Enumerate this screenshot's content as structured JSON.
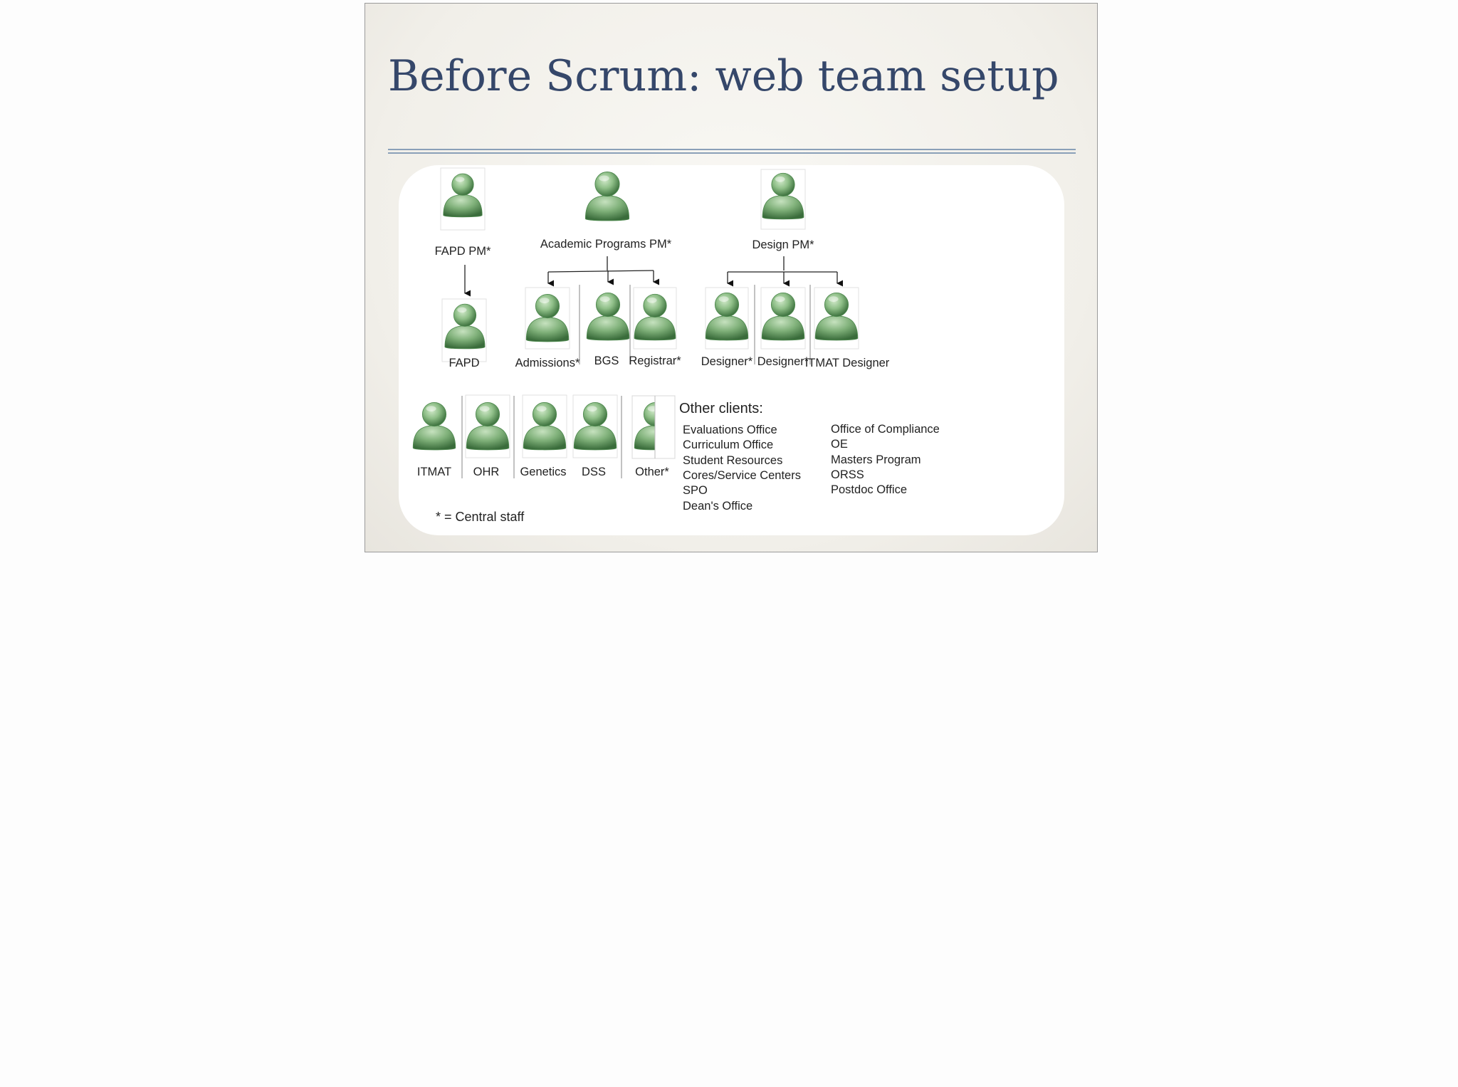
{
  "slide": {
    "title": "Before Scrum: web team setup"
  },
  "org_chart": {
    "leads": {
      "fapd_pm": "FAPD  PM*",
      "academic_pm": "Academic Programs PM*",
      "design_pm": "Design PM*"
    },
    "reports": {
      "fapd": "FAPD",
      "admissions": "Admissions*",
      "bgs": "BGS",
      "registrar": "Registrar*",
      "designer_1": "Designer*",
      "designer_2": "Designer*",
      "itmat_designer": "ITMAT Designer"
    },
    "units": {
      "itmat": "ITMAT",
      "ohr": "OHR",
      "genetics": "Genetics",
      "dss": "DSS",
      "other": "Other*"
    },
    "other_clients": {
      "title": "Other clients:",
      "column_1": [
        "Evaluations Office",
        "Curriculum Office",
        "Student Resources",
        "Cores/Service Centers",
        "SPO",
        "Dean's Office"
      ],
      "column_2": [
        "Office of Compliance",
        "OE",
        "Masters Program",
        "ORSS",
        "Postdoc Office"
      ]
    },
    "legend_note": "* = Central staff",
    "colors": {
      "person_light": "#a8d0a0",
      "person_mid": "#6fa56a",
      "person_dark": "#3f7440",
      "title": "#35476a"
    },
    "icon": "person-icon"
  }
}
